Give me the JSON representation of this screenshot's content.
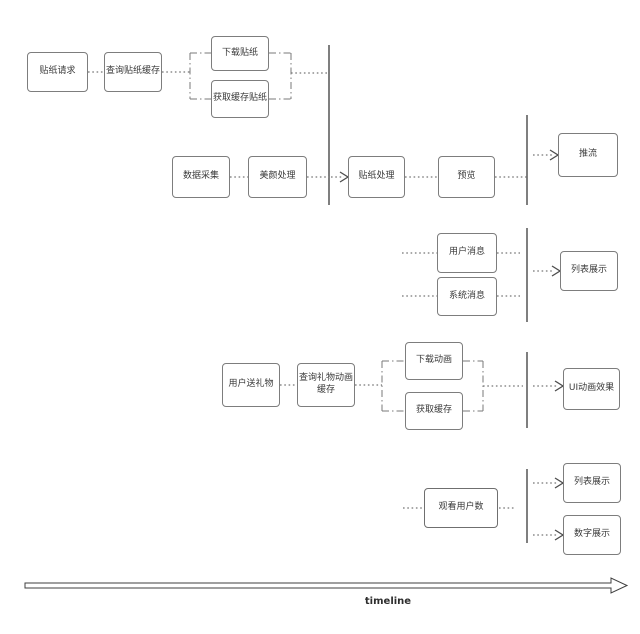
{
  "colors": {
    "line": "#767676",
    "lane_divider": "#5f5f5f",
    "box_border": "#7d7d7d",
    "text": "#3a3a3a"
  },
  "nodes": {
    "sticker_request": "贴纸请求",
    "query_sticker_cache": "查询贴纸缓存",
    "download_sticker": "下载贴纸",
    "get_cached_sticker": "获取缓存贴纸",
    "data_capture": "数据采集",
    "beauty_process": "美颜处理",
    "sticker_process": "贴纸处理",
    "preview": "预览",
    "push_stream": "推流",
    "user_message": "用户消息",
    "system_message": "系统消息",
    "list_display_messages": "列表展示",
    "user_send_gift": "用户送礼物",
    "query_gift_anim_cache": "查询礼物动画缓存",
    "download_anim": "下载动画",
    "get_cache": "获取缓存",
    "ui_anim_effect": "UI动画效果",
    "viewer_count": "观看用户数",
    "list_display_viewers": "列表展示",
    "number_display": "数字展示"
  },
  "timeline": {
    "label": "timeline"
  }
}
